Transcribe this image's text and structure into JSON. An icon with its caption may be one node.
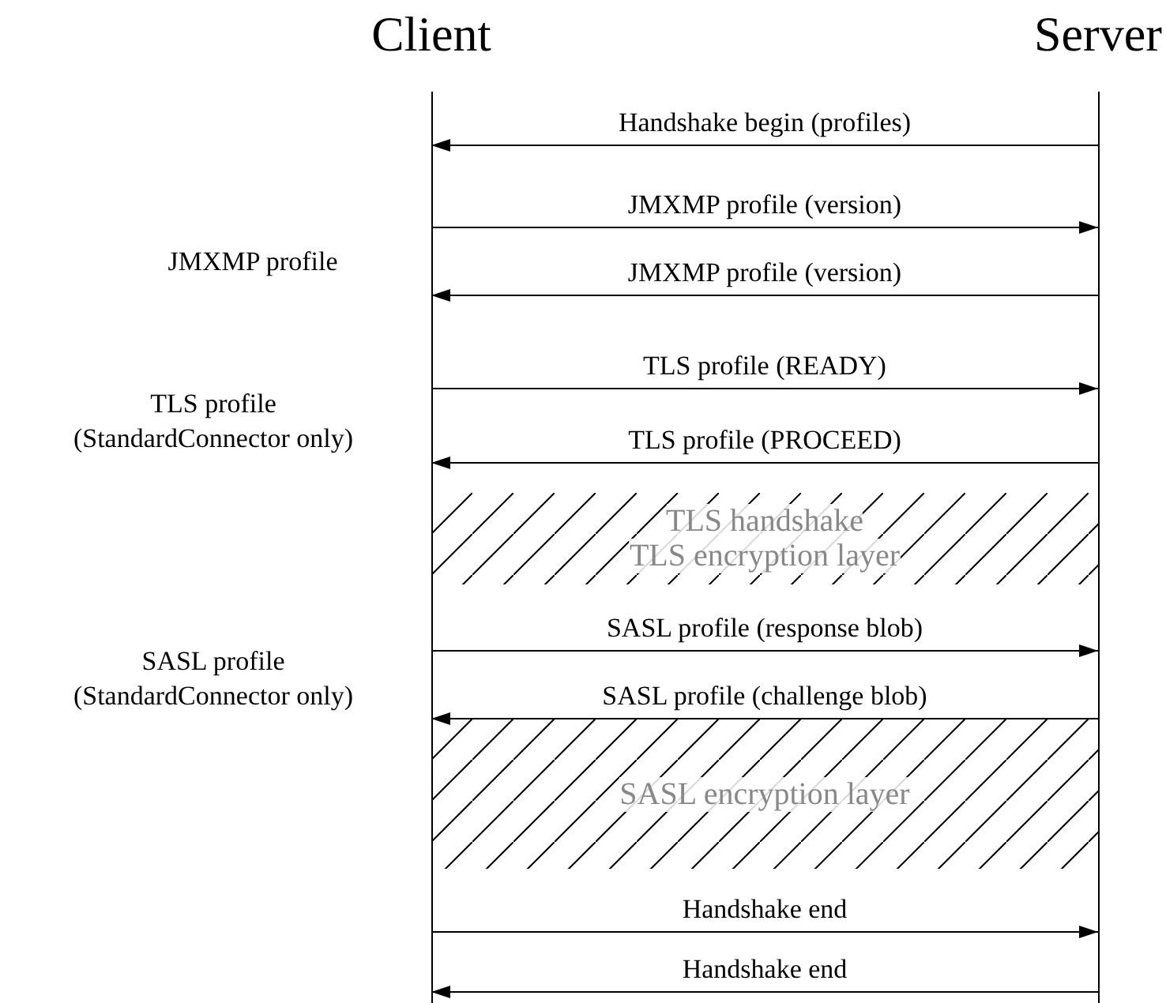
{
  "diagram": {
    "nodes": [
      {
        "text": [
          "Client"
        ]
      },
      {
        "text": [
          "Server"
        ]
      },
      {
        "text": [
          "TLS handshake",
          "TLS encryption layer"
        ]
      },
      {
        "text": [
          "SASL encryption layer"
        ]
      }
    ],
    "edges": [
      {
        "from": 1,
        "to": 0,
        "arrow": "to",
        "label": "Handshake begin (profiles)"
      },
      {
        "from": 0,
        "to": 1,
        "arrow": "to",
        "label": "JMXMP profile (version)"
      },
      {
        "from": 1,
        "to": 0,
        "arrow": "to",
        "label": "JMXMP profile (version)"
      },
      {
        "from": 0,
        "to": 1,
        "arrow": "to",
        "label": "TLS profile (READY)"
      },
      {
        "from": 1,
        "to": 0,
        "arrow": "to",
        "label": "TLS profile (PROCEED)"
      },
      {
        "from": 0,
        "to": 1,
        "arrow": "to",
        "label": "SASL profile (response blob)"
      },
      {
        "from": 1,
        "to": 0,
        "arrow": "to",
        "label": "SASL profile (challenge blob)"
      },
      {
        "from": 0,
        "to": 1,
        "arrow": "to",
        "label": "Handshake end"
      },
      {
        "from": 1,
        "to": 0,
        "arrow": "to",
        "label": "Handshake end"
      }
    ],
    "labels": [
      "JMXMP profile",
      "TLS profile (StandardConnector only)",
      "SASL profile (StandardConnector only)"
    ]
  }
}
